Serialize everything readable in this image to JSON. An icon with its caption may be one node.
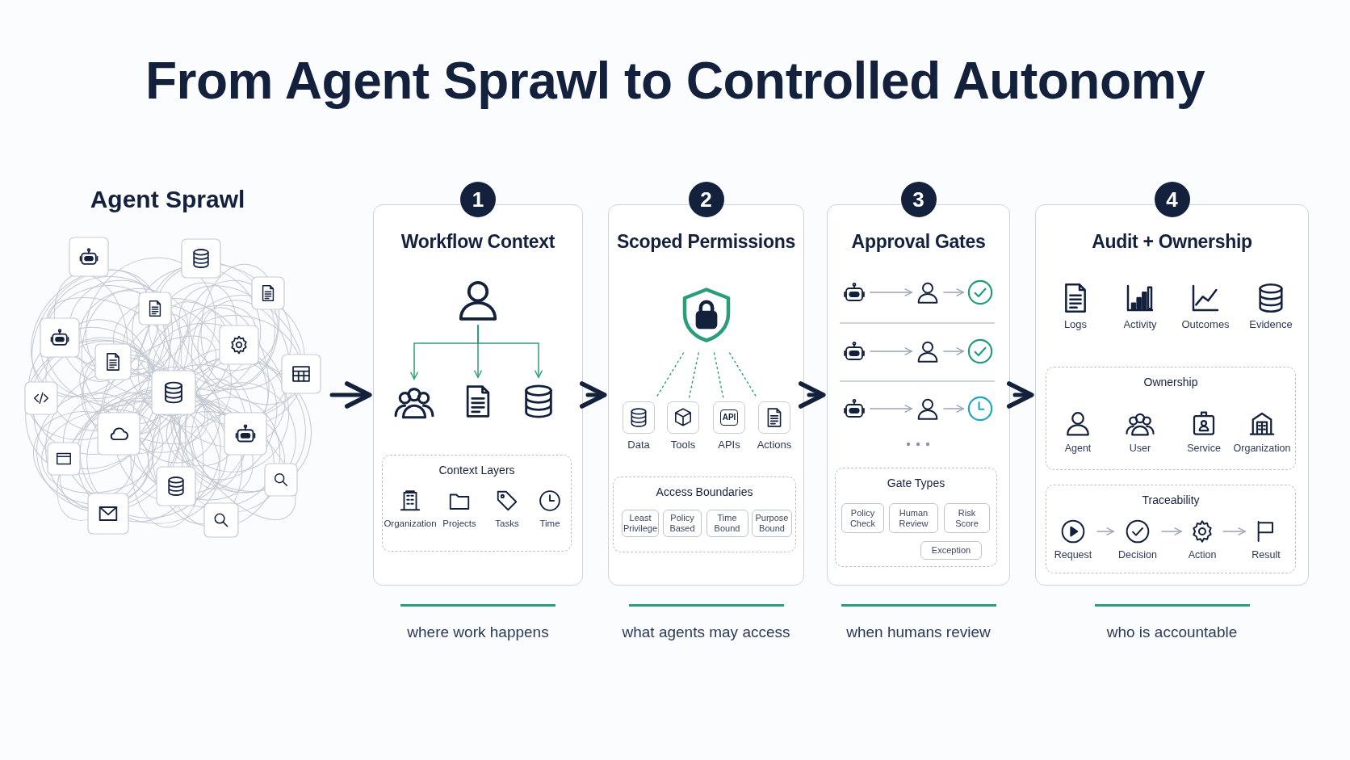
{
  "diagram": {
    "title": "From Agent Sprawl to Controlled Autonomy",
    "nodes": [
      {
        "text": [
          "Agent Sprawl"
        ]
      },
      {
        "text": [
          "1",
          "Workflow Context"
        ],
        "beside": [
          "where work happens"
        ]
      },
      {
        "text": [],
        "shape": "person",
        "in": 1
      },
      {
        "text": [],
        "shape": "people",
        "in": 1
      },
      {
        "text": [],
        "shape": "document",
        "in": 1
      },
      {
        "text": [],
        "shape": "cylinder",
        "in": 1
      },
      {
        "text": [
          "Context Layers"
        ],
        "in": 1
      },
      {
        "text": [
          "Organization"
        ],
        "in": 6
      },
      {
        "text": [
          "Projects"
        ],
        "in": 6
      },
      {
        "text": [
          "Tasks"
        ],
        "in": 6
      },
      {
        "text": [
          "Time"
        ],
        "in": 6
      },
      {
        "text": [
          "2",
          "Scoped Permissions"
        ],
        "beside": [
          "what agents may access"
        ]
      },
      {
        "text": [],
        "shape": "shield",
        "in": 11
      },
      {
        "text": [
          "Data"
        ],
        "in": 11
      },
      {
        "text": [
          "Tools"
        ],
        "in": 11
      },
      {
        "text": [
          "API",
          "APIs"
        ],
        "in": 11
      },
      {
        "text": [
          "Actions"
        ],
        "in": 11
      },
      {
        "text": [
          "Access Boundaries"
        ],
        "in": 11
      },
      {
        "text": [
          "Least Privilege"
        ],
        "in": 17
      },
      {
        "text": [
          "Policy Based"
        ],
        "in": 17
      },
      {
        "text": [
          "Time Bound"
        ],
        "in": 17
      },
      {
        "text": [
          "Purpose Bound"
        ],
        "in": 17
      },
      {
        "text": [
          "3",
          "Approval Gates"
        ],
        "beside": [
          "when humans review"
        ]
      },
      {
        "text": [],
        "shape": "robot",
        "in": 22
      },
      {
        "text": [],
        "shape": "person",
        "in": 22
      },
      {
        "text": [],
        "shape": "circle",
        "in": 22
      },
      {
        "text": [],
        "shape": "robot",
        "in": 22
      },
      {
        "text": [],
        "shape": "person",
        "in": 22
      },
      {
        "text": [],
        "shape": "circle",
        "in": 22
      },
      {
        "text": [],
        "shape": "robot",
        "in": 22
      },
      {
        "text": [],
        "shape": "person",
        "in": 22
      },
      {
        "text": [],
        "shape": "circle",
        "in": 22
      },
      {
        "text": [
          "Gate Types"
        ],
        "in": 22
      },
      {
        "text": [
          "Policy Check"
        ],
        "in": 32
      },
      {
        "text": [
          "Human Review"
        ],
        "in": 32
      },
      {
        "text": [
          "Risk Score"
        ],
        "in": 32
      },
      {
        "text": [
          "Exception"
        ],
        "in": 32
      },
      {
        "text": [
          "4",
          "Audit + Ownership"
        ],
        "beside": [
          "who is accountable"
        ]
      },
      {
        "text": [
          "Logs"
        ],
        "in": 37
      },
      {
        "text": [
          "Activity"
        ],
        "in": 37
      },
      {
        "text": [
          "Outcomes"
        ],
        "in": 37
      },
      {
        "text": [
          "Evidence"
        ],
        "in": 37
      },
      {
        "text": [
          "Ownership"
        ],
        "in": 37
      },
      {
        "text": [
          "Agent"
        ],
        "in": 42
      },
      {
        "text": [
          "User"
        ],
        "in": 42
      },
      {
        "text": [
          "Service"
        ],
        "in": 42
      },
      {
        "text": [
          "Organization"
        ],
        "in": 42
      },
      {
        "text": [
          "Traceability"
        ],
        "in": 37
      },
      {
        "text": [
          "Request"
        ],
        "in": 47
      },
      {
        "text": [
          "Decision"
        ],
        "in": 47
      },
      {
        "text": [
          "Action"
        ],
        "in": 47
      },
      {
        "text": [
          "Result"
        ],
        "in": 47
      }
    ],
    "edges": [
      {
        "from": 0,
        "to": 1,
        "arrow": "to",
        "style": "thick",
        "color": "#14213d"
      },
      {
        "from": 1,
        "to": 11,
        "arrow": "to",
        "style": "thick",
        "color": "#14213d"
      },
      {
        "from": 11,
        "to": 22,
        "arrow": "to",
        "style": "thick",
        "color": "#14213d"
      },
      {
        "from": 22,
        "to": 37,
        "arrow": "to",
        "style": "thick",
        "color": "#14213d"
      },
      {
        "from": 2,
        "to": 3,
        "arrow": "to",
        "color": "#2a9d7a"
      },
      {
        "from": 2,
        "to": 4,
        "arrow": "to",
        "color": "#2a9d7a"
      },
      {
        "from": 2,
        "to": 5,
        "arrow": "to",
        "color": "#2a9d7a"
      },
      {
        "from": 12,
        "to": 13,
        "arrow": "none",
        "style": "dashed",
        "color": "#2a9d7a"
      },
      {
        "from": 12,
        "to": 14,
        "arrow": "none",
        "style": "dashed",
        "color": "#2a9d7a"
      },
      {
        "from": 12,
        "to": 15,
        "arrow": "none",
        "style": "dashed",
        "color": "#2a9d7a"
      },
      {
        "from": 12,
        "to": 16,
        "arrow": "none",
        "style": "dashed",
        "color": "#2a9d7a"
      },
      {
        "from": 23,
        "to": 24,
        "arrow": "to",
        "color": "#9aa3b2"
      },
      {
        "from": 24,
        "to": 25,
        "arrow": "to",
        "color": "#9aa3b2"
      },
      {
        "from": 26,
        "to": 27,
        "arrow": "to",
        "color": "#9aa3b2"
      },
      {
        "from": 27,
        "to": 28,
        "arrow": "to",
        "color": "#9aa3b2"
      },
      {
        "from": 29,
        "to": 30,
        "arrow": "to",
        "color": "#9aa3b2"
      },
      {
        "from": 30,
        "to": 31,
        "arrow": "to",
        "color": "#9aa3b2"
      },
      {
        "from": 48,
        "to": 49,
        "arrow": "to",
        "color": "#9aa3b2"
      },
      {
        "from": 49,
        "to": 50,
        "arrow": "to",
        "color": "#9aa3b2"
      },
      {
        "from": 50,
        "to": 51,
        "arrow": "to",
        "color": "#9aa3b2"
      }
    ]
  }
}
